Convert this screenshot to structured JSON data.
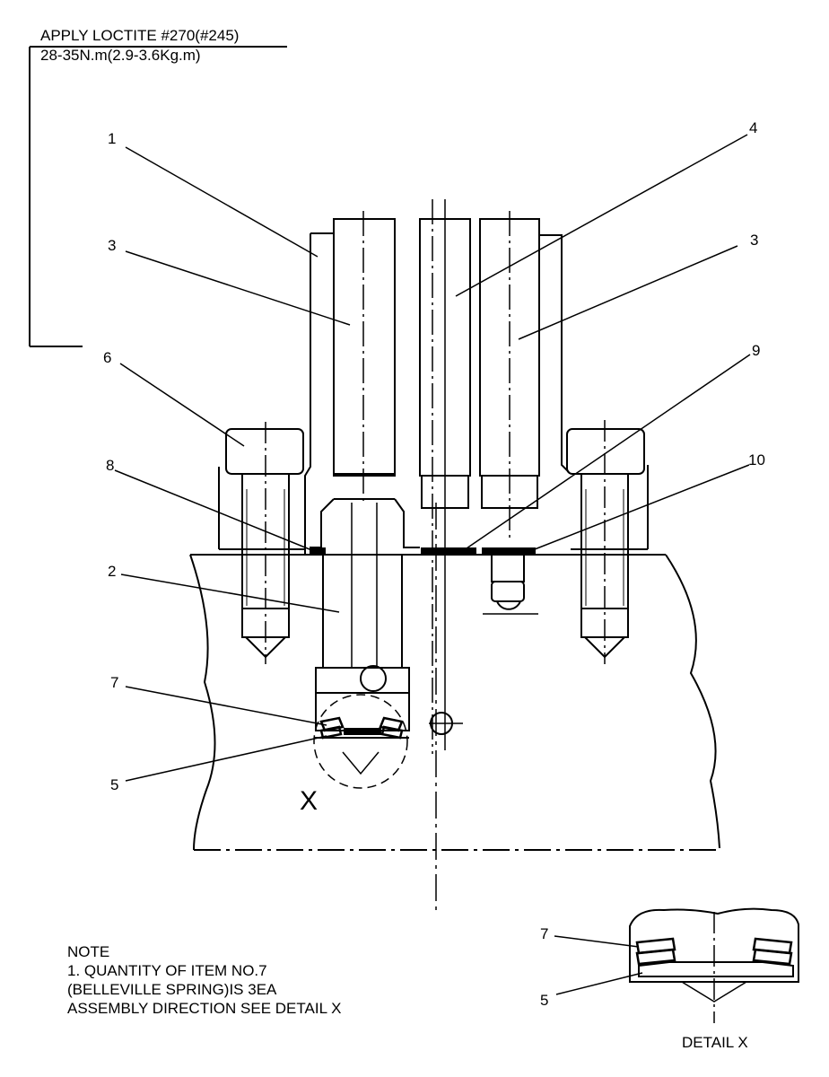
{
  "callout": {
    "line1": "APPLY LOCTITE #270(#245)",
    "line2": "28-35N.m(2.9-3.6Kg.m)"
  },
  "labels": {
    "l1": "1",
    "l3a": "3",
    "l4": "4",
    "l3b": "3",
    "l6": "6",
    "l9": "9",
    "l8": "8",
    "l10": "10",
    "l2": "2",
    "l7": "7",
    "l5": "5",
    "x": "X",
    "d7": "7",
    "d5": "5"
  },
  "note": {
    "title": "NOTE",
    "line1": "1. QUANTITY OF ITEM NO.7",
    "line2": "(BELLEVILLE SPRING)IS 3EA",
    "line3": "ASSEMBLY DIRECTION SEE DETAIL X"
  },
  "detail_title": "DETAIL X"
}
